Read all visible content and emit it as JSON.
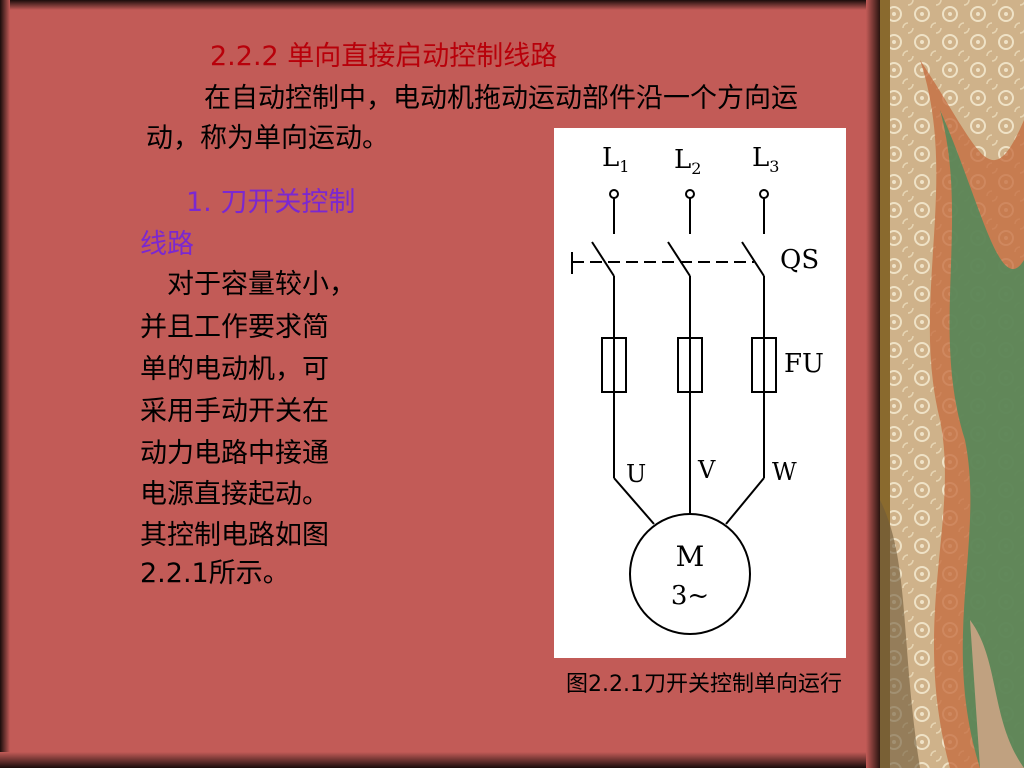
{
  "slide": {
    "title": "2.2.2  单向直接启动控制线路",
    "intro_line1": "在自动控制中，电动机拖动运动部件沿一个方向运",
    "intro_line2": "动，称为单向运动。",
    "subheading_line1": "1. 刀开关控制",
    "subheading_line2": "线路",
    "body_lines": [
      "　对于容量较小，",
      "并且工作要求简",
      "单的电动机，可",
      "采用手动开关在",
      "动力电路中接通",
      "电源直接起动。",
      "其控制电路如图",
      "2.2.1所示。"
    ],
    "caption": "图2.2.1刀开关控制单向运行"
  },
  "diagram": {
    "phase1": "L",
    "phase1_sub": "1",
    "phase2": "L",
    "phase2_sub": "2",
    "phase3": "L",
    "phase3_sub": "3",
    "switch_label": "QS",
    "fuse_label": "FU",
    "terminal_u": "U",
    "terminal_v": "V",
    "terminal_w": "W",
    "motor_label": "M",
    "motor_phase": "3~"
  },
  "colors": {
    "background": "#c25b57",
    "title": "#b8000a",
    "subheading": "#7b28d0",
    "body_text": "#000000"
  }
}
